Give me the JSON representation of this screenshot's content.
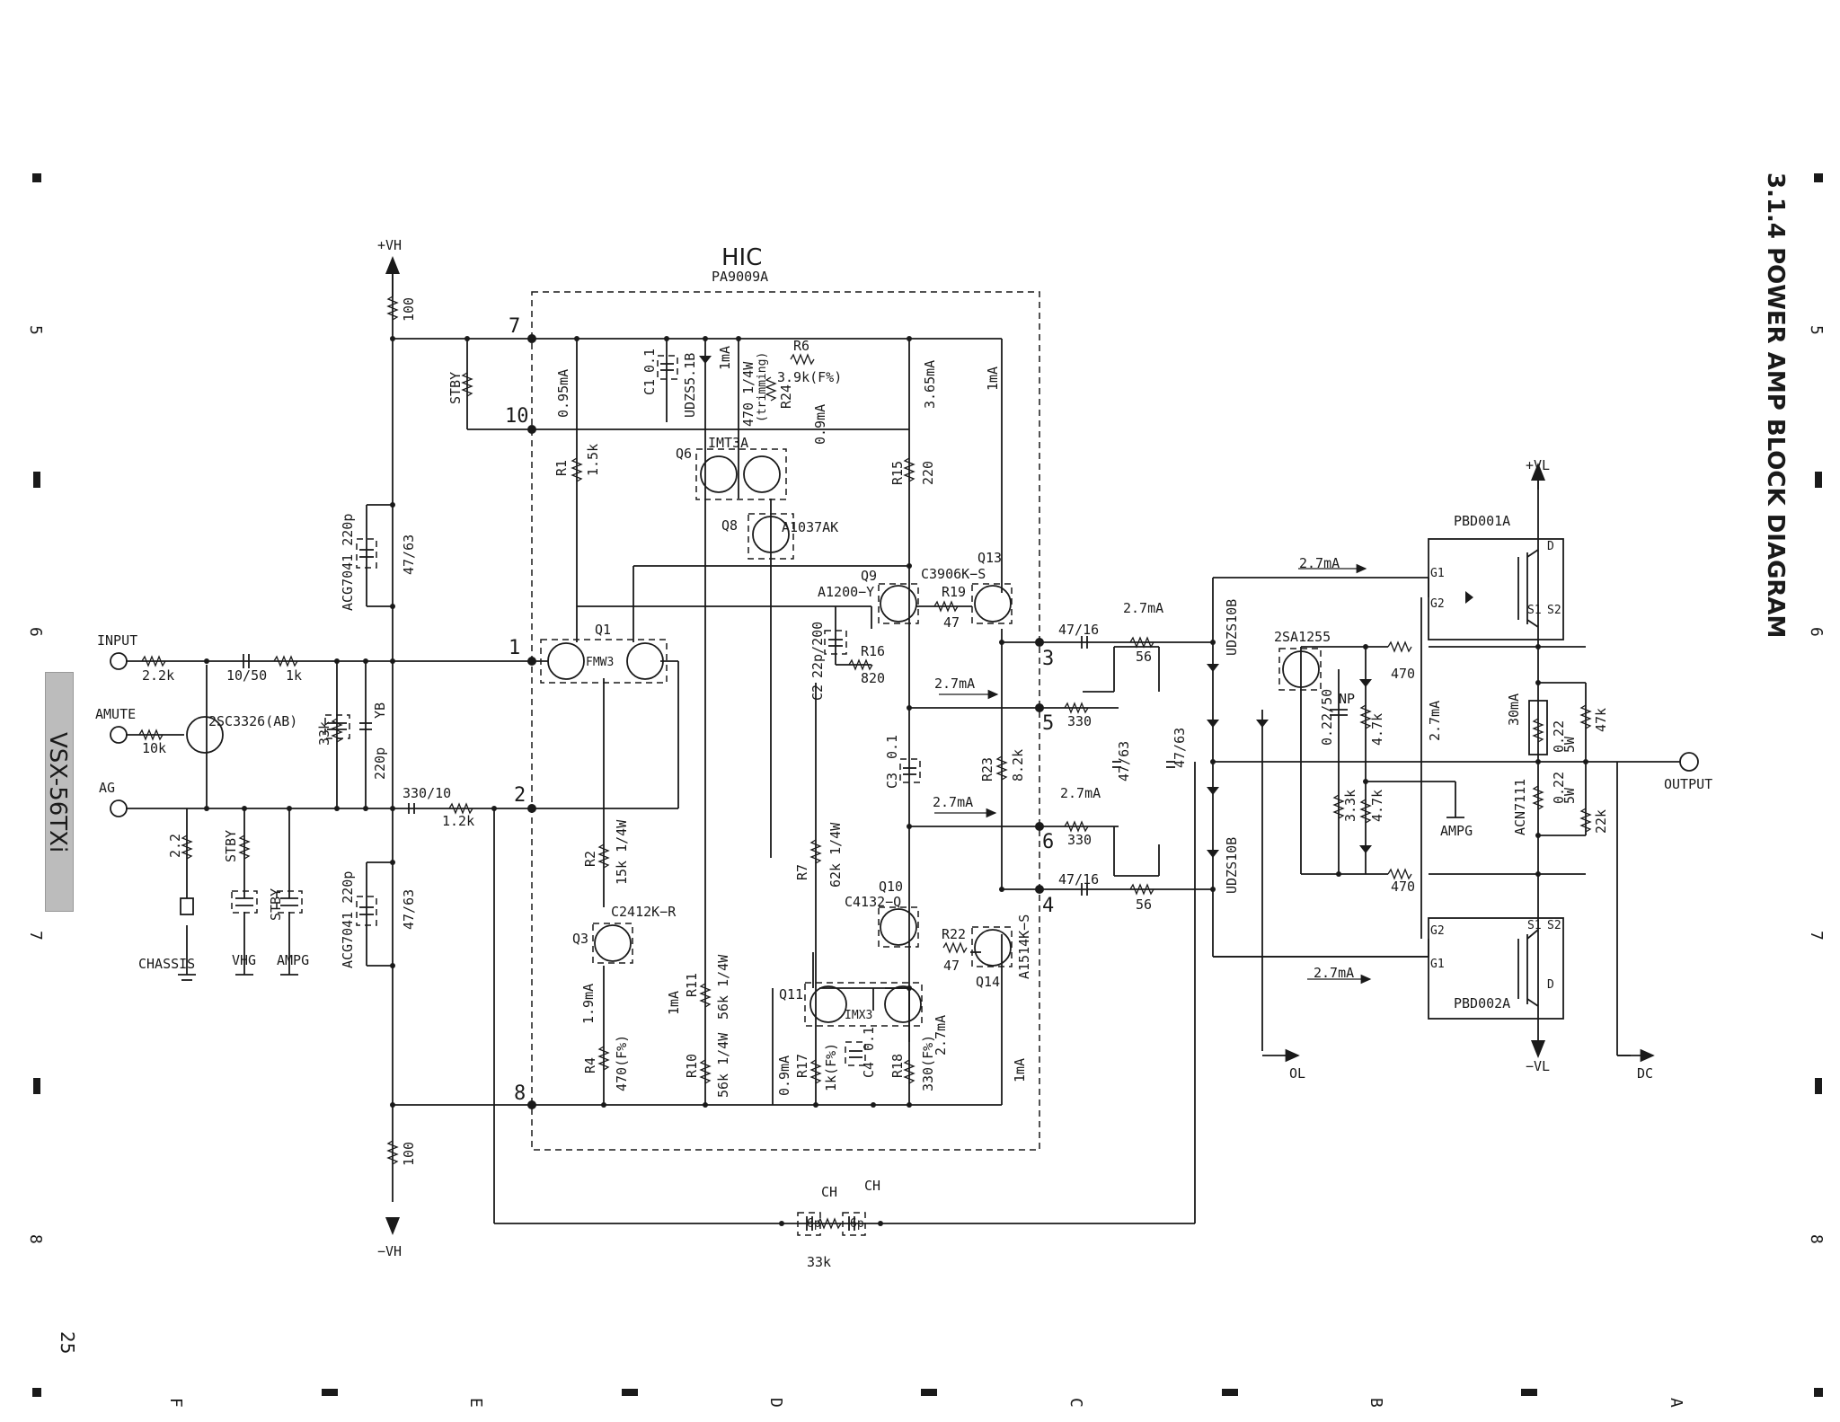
{
  "section_title": "3.1.4 POWER AMP BLOCK DIAGRAM",
  "model_name": "VSX-56TXi",
  "page_number": "25",
  "grid": {
    "columns": [
      "F",
      "E",
      "D",
      "C",
      "B",
      "A"
    ],
    "rows": [
      "5",
      "6",
      "7",
      "8"
    ]
  },
  "hic": {
    "title": "HIC",
    "part": "PA9009A"
  },
  "pins": [
    "1",
    "2",
    "3",
    "4",
    "5",
    "6",
    "7",
    "8",
    "10"
  ],
  "terminals": {
    "input": "INPUT",
    "amute": "AMUTE",
    "ag": "AG",
    "output": "OUTPUT",
    "vh_pos": "+VH",
    "vh_neg": "−VH",
    "vl_pos": "+VL",
    "vl_neg": "−VL",
    "ol": "OL",
    "dc": "DC",
    "chassis": "CHASSIS",
    "vhg": "VHG",
    "ampg": "AMPG"
  },
  "transistors": {
    "q1": "Q1",
    "fmw3": "FMW3",
    "q3": "Q3",
    "c2412": "C2412K−R",
    "q6": "Q6",
    "imt3a": "IMT3A",
    "q8": "Q8",
    "a1037": "A1037AK",
    "q9": "Q9",
    "a1200": "A1200−Y",
    "q13": "Q13",
    "c3906": "C3906K−S",
    "q10": "Q10",
    "c4132": "C4132−Q",
    "q11": "Q11",
    "imx3": "IMX3",
    "q14": "Q14",
    "a1514": "A1514K−S",
    "q2sc": "2SC3326(AB)",
    "q2sa": "2SA1255",
    "pbd1": "PBD001A",
    "pbd2": "PBD002A"
  },
  "labels": {
    "r100a": "100",
    "r100b": "100",
    "stby": "STBY",
    "acg1": "ACG7041 220p",
    "acg2": "ACG7041 220p",
    "c4763a": "47/63",
    "c4763b": "47/63",
    "c4763c": "47/63",
    "c4763d": "47/63",
    "r22k": "2.2k",
    "c1050": "10/50",
    "r1k": "1k",
    "r10k": "10k",
    "r33k": "33k",
    "c220p": "220p",
    "yb": "YB",
    "c33010": "330/10",
    "r12k": "1.2k",
    "r22": "2.2",
    "c1": "C1",
    "c01a": "0.1",
    "udzs51": "UDZS5.1B",
    "i1ma_a": "1mA",
    "r470t": "470 1/4W",
    "trim": "(trimming)",
    "r24": "R24",
    "r6": "R6",
    "r39k": "3.9k(F%)",
    "i09ma_a": "0.9mA",
    "i095": "0.95mA",
    "i365": "3.65mA",
    "i1ma_b": "1mA",
    "r1": "R1",
    "r15k": "1.5k",
    "r15": "R15",
    "r220": "220",
    "c2": "C2",
    "c22p": "22p/200",
    "r16": "R16",
    "r820": "820",
    "r19": "R19",
    "r47a": "47",
    "i27_a": "2.7mA",
    "c3": "C3",
    "c01b": "0.1",
    "r23": "R23",
    "r82k": "8.2k",
    "i27_b": "2.7mA",
    "r2": "R2",
    "r15k14": "15k 1/4W",
    "r7": "R7",
    "r62k": "62k 1/4W",
    "r22r": "R22",
    "r47b": "47",
    "i19": "1.9mA",
    "r4": "R4",
    "r470f": "470(F%)",
    "r11": "R11",
    "r56ka": "56k 1/4W",
    "i1ma_c": "1mA",
    "r10": "R10",
    "r56kb": "56k 1/4W",
    "i09ma_b": "0.9mA",
    "r17": "R17",
    "r1kf": "1k(F%)",
    "c4": "C4",
    "c01c": "0.1",
    "r18": "R18",
    "r330f": "330(F%)",
    "i27_c": "2.7mA",
    "i1ma_d": "1mA",
    "c4716a": "47/16",
    "c4716b": "47/16",
    "i27_d": "2.7mA",
    "i27_e": "2.7mA",
    "r56a": "56",
    "r56b": "56",
    "r330a": "330",
    "r330b": "330",
    "udzsa": "UDZS10B",
    "udzsb": "UDZS10B",
    "i27_f": "2.7mA",
    "i27_g": "2.7mA",
    "i27_h": "2.7mA",
    "i30": "30mA",
    "r470a": "470",
    "r470b": "470",
    "c022": "0.22/50",
    "np": "NP",
    "r47ka": "4.7k",
    "r47kb": "4.7k",
    "r33kb": "3.3k",
    "acn": "ACN7111",
    "r022a": "0.22",
    "r5wa": "5W",
    "r022b": "0.22",
    "r5wb": "5W",
    "r47k": "47k",
    "r22kb": "22k",
    "g1a": "G1",
    "g2a": "G2",
    "s1a": "S1",
    "s2a": "S2",
    "da": "D",
    "g1b": "G1",
    "g2b": "G2",
    "s1b": "S1",
    "s2b": "S2",
    "db": "D",
    "ch1": "CH",
    "ch2": "CH",
    "c6p1": "6p",
    "c6p2": "6p",
    "r33kc": "33k",
    "q_fmw3": "FMW3"
  }
}
